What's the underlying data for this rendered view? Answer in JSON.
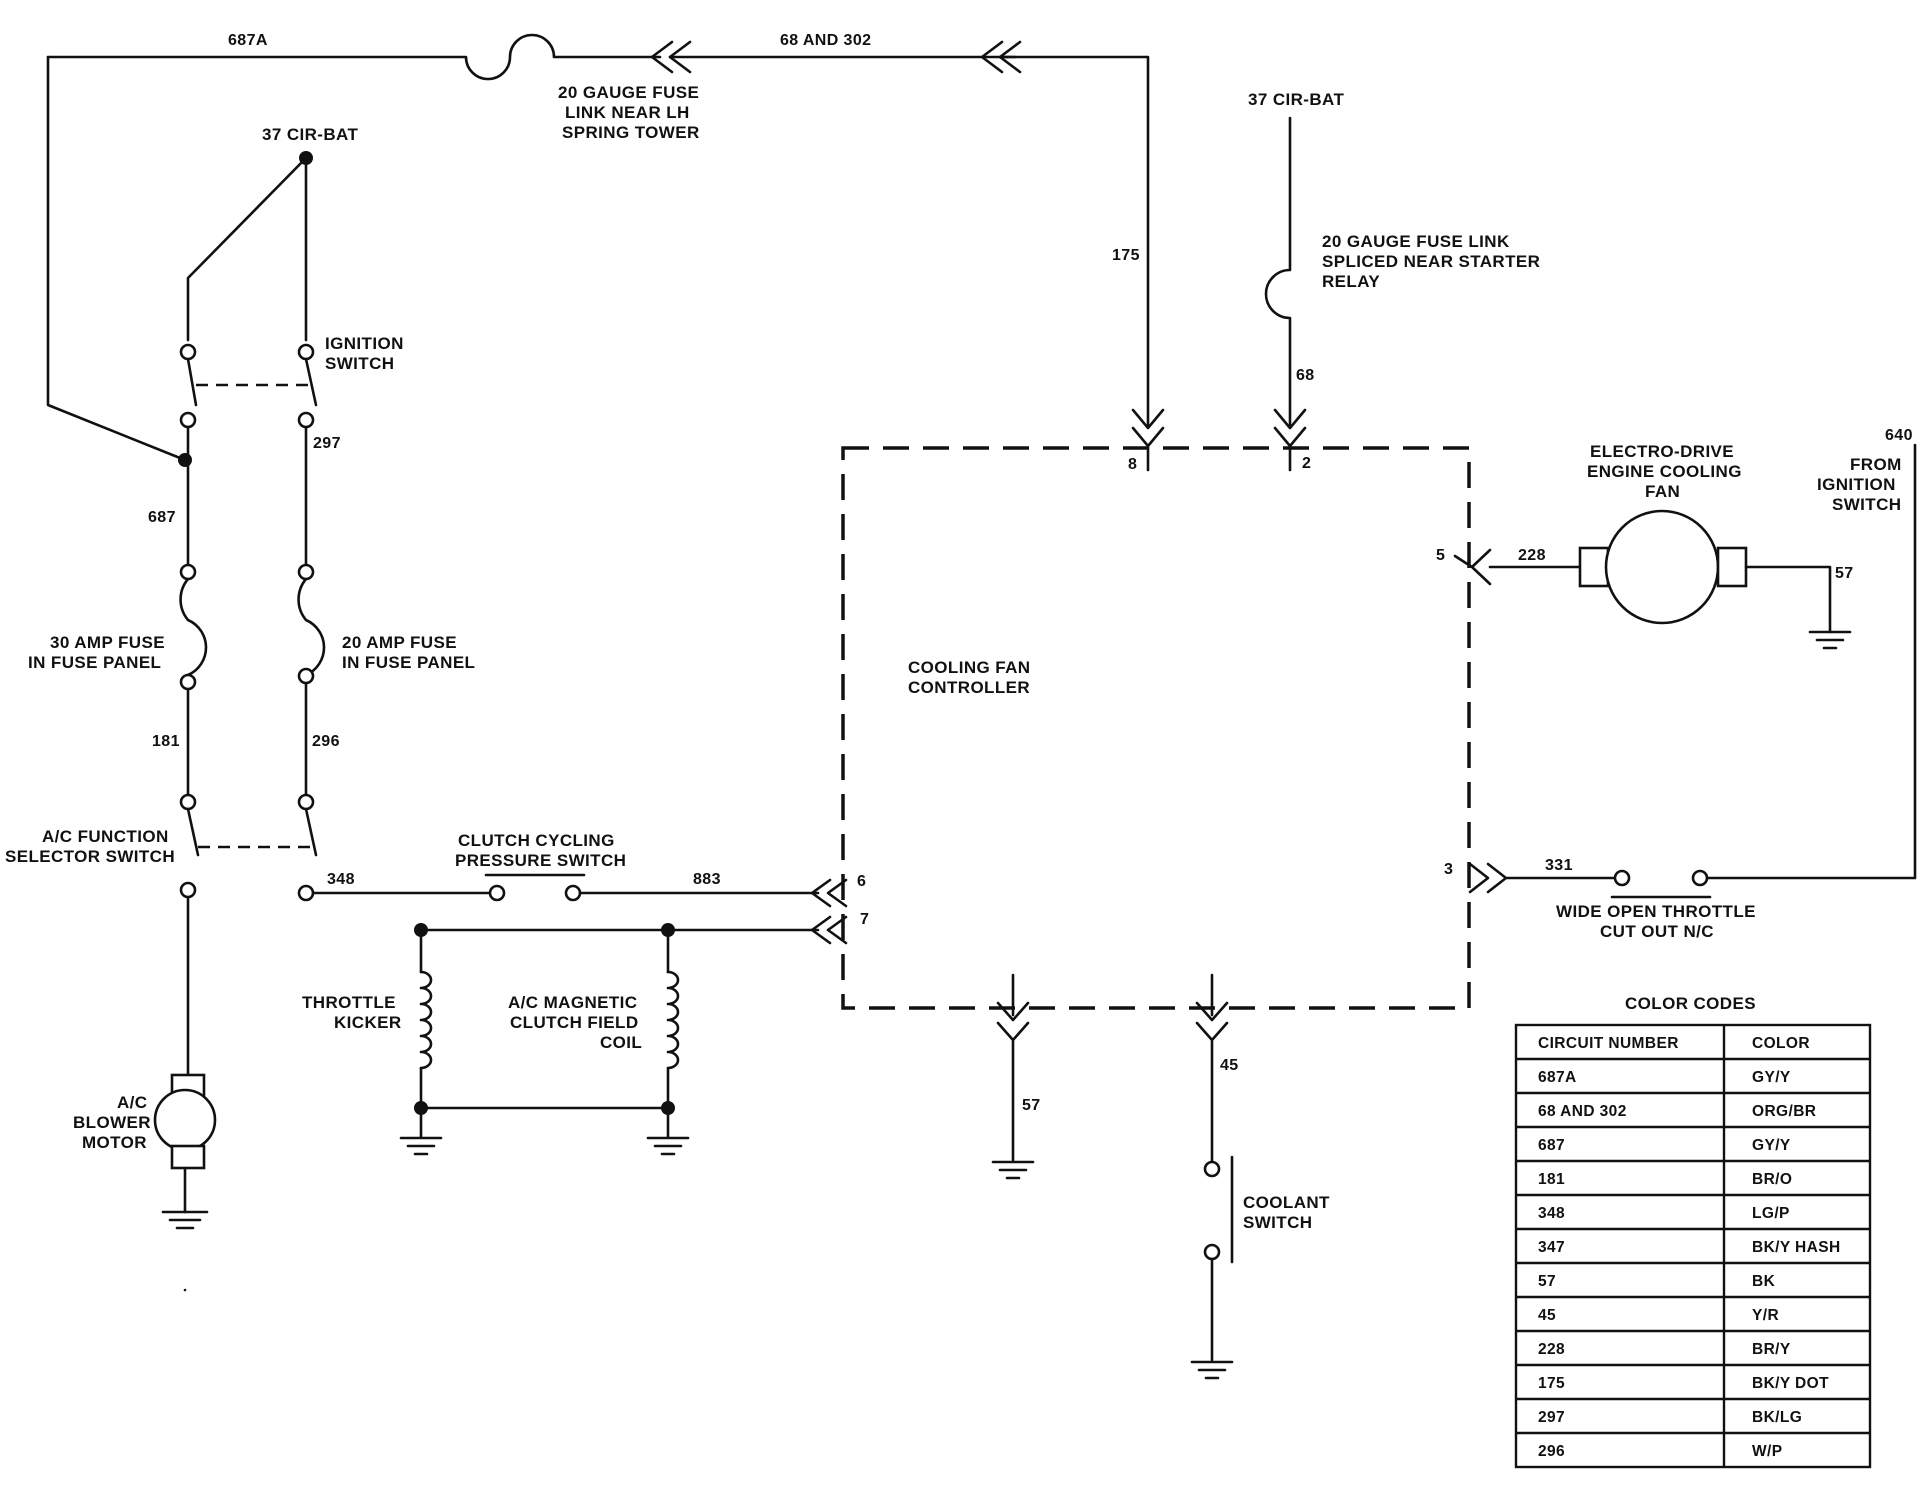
{
  "wires": {
    "top_left": "687A",
    "top_right": "68 AND 302",
    "feed_8": "175",
    "feed_2": "68",
    "w297": "297",
    "w687": "687",
    "w181": "181",
    "w296": "296",
    "w348": "348",
    "w883": "883",
    "w228": "228",
    "w57_fan": "57",
    "w331": "331",
    "w57_ground": "57",
    "w45": "45",
    "w640": "640"
  },
  "pins": {
    "p8": "8",
    "p2": "2",
    "p5": "5",
    "p6": "6",
    "p7": "7",
    "p3": "3"
  },
  "labels": {
    "fuse_link_top": [
      "20 GAUGE FUSE",
      "LINK NEAR LH",
      "SPRING TOWER"
    ],
    "cir_bat_left": "37 CIR-BAT",
    "cir_bat_right": "37 CIR-BAT",
    "fuse_link_right": [
      "20 GAUGE FUSE LINK",
      "SPLICED NEAR STARTER",
      "RELAY"
    ],
    "ignition_switch": [
      "IGNITION",
      "SWITCH"
    ],
    "fuse_30": [
      "30 AMP FUSE",
      "IN FUSE PANEL"
    ],
    "fuse_20": [
      "20 AMP FUSE",
      "IN FUSE PANEL"
    ],
    "ac_function": [
      "A/C FUNCTION",
      "SELECTOR SWITCH"
    ],
    "clutch_cycling": [
      "CLUTCH CYCLING",
      "PRESSURE SWITCH"
    ],
    "controller": [
      "COOLING FAN",
      "CONTROLLER"
    ],
    "fan": [
      "ELECTRO-DRIVE",
      "ENGINE COOLING",
      "FAN"
    ],
    "from_ignition": [
      "FROM",
      "IGNITION",
      "SWITCH"
    ],
    "wot": [
      "WIDE OPEN THROTTLE",
      "CUT OUT N/C"
    ],
    "throttle_kicker": [
      "THROTTLE",
      "KICKER"
    ],
    "ac_clutch": [
      "A/C MAGNETIC",
      "CLUTCH FIELD",
      "COIL"
    ],
    "blower": [
      "A/C",
      "BLOWER",
      "MOTOR"
    ],
    "coolant": [
      "COOLANT",
      "SWITCH"
    ]
  },
  "color_codes": {
    "title": "COLOR CODES",
    "header": [
      "CIRCUIT NUMBER",
      "COLOR"
    ],
    "rows": [
      [
        "687A",
        "GY/Y"
      ],
      [
        "68 AND 302",
        "ORG/BR"
      ],
      [
        "687",
        "GY/Y"
      ],
      [
        "181",
        "BR/O"
      ],
      [
        "348",
        "LG/P"
      ],
      [
        "347",
        "BK/Y HASH"
      ],
      [
        "57",
        "BK"
      ],
      [
        "45",
        "Y/R"
      ],
      [
        "228",
        "BR/Y"
      ],
      [
        "175",
        "BK/Y DOT"
      ],
      [
        "297",
        "BK/LG"
      ],
      [
        "296",
        "W/P"
      ]
    ]
  }
}
